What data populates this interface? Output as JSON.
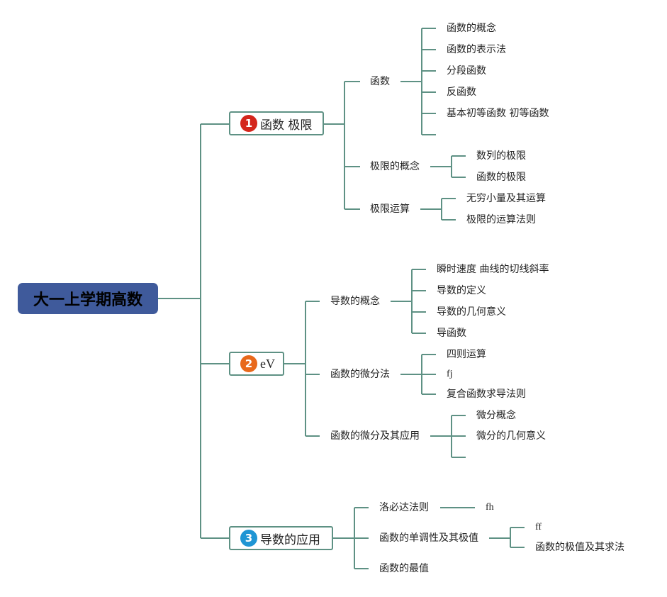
{
  "colors": {
    "root": "#3f5a9b",
    "line": "#5e9184",
    "badge1": "#d4261c",
    "badge2": "#e8691c",
    "badge3": "#1f95d4"
  },
  "root": {
    "label": "大一上学期高数"
  },
  "branches": [
    {
      "badge": "1",
      "label": "函数 极限",
      "children": [
        {
          "label": "函数",
          "children": [
            "函数的概念",
            "函数的表示法",
            "分段函数",
            "反函数",
            "基本初等函数 初等函数",
            ""
          ]
        },
        {
          "label": "极限的概念",
          "children": [
            "数列的极限",
            "函数的极限"
          ]
        },
        {
          "label": "极限运算",
          "children": [
            "无穷小量及其运算",
            "极限的运算法则"
          ]
        }
      ]
    },
    {
      "badge": "2",
      "label": "eV",
      "children": [
        {
          "label": "导数的概念",
          "children": [
            "瞬时速度 曲线的切线斜率",
            "导数的定义",
            "导数的几何意义",
            "导函数"
          ]
        },
        {
          "label": "函数的微分法",
          "children": [
            "四则运算",
            "fj",
            "复合函数求导法则"
          ]
        },
        {
          "label": "函数的微分及其应用",
          "children": [
            "微分概念",
            "微分的几何意义",
            ""
          ]
        }
      ]
    },
    {
      "badge": "3",
      "label": "导数的应用",
      "children": [
        {
          "label": "洛必达法则",
          "children": [
            "fh"
          ]
        },
        {
          "label": "函数的单调性及其极值",
          "children": [
            "ff",
            "函数的极值及其求法"
          ]
        },
        {
          "label": "函数的最值",
          "children": []
        }
      ]
    }
  ]
}
